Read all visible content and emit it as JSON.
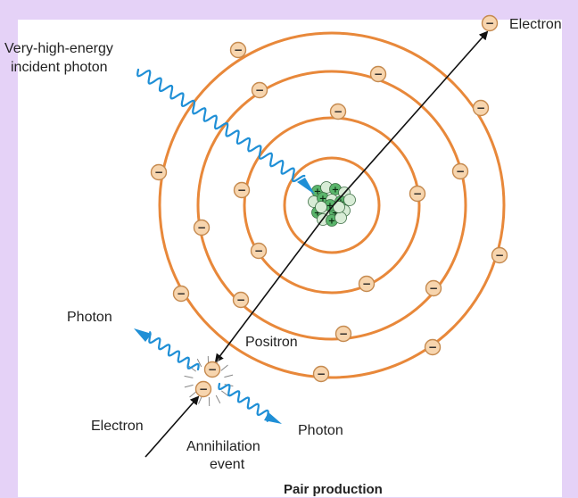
{
  "labels": {
    "incident_photon_line1": "Very-high-energy",
    "incident_photon_line2": "incident photon",
    "electron_top": "Electron",
    "positron": "Positron",
    "photon_left": "Photon",
    "photon_right": "Photon",
    "electron_bottom": "Electron",
    "annihilation_line1": "Annihilation",
    "annihilation_line2": "event",
    "caption": "Pair production"
  },
  "symbols": {
    "electron_charge": "−",
    "proton_charge": "+"
  },
  "colors": {
    "background": "#e5d2f7",
    "orbit": "#e8883a",
    "electron_fill": "#f7d5ae",
    "electron_stroke": "#c58a4f",
    "photon_wave": "#1f8fd6",
    "proton": "#5ab56b",
    "neutron": "#d8ecd6",
    "trajectory": "#111111"
  }
}
